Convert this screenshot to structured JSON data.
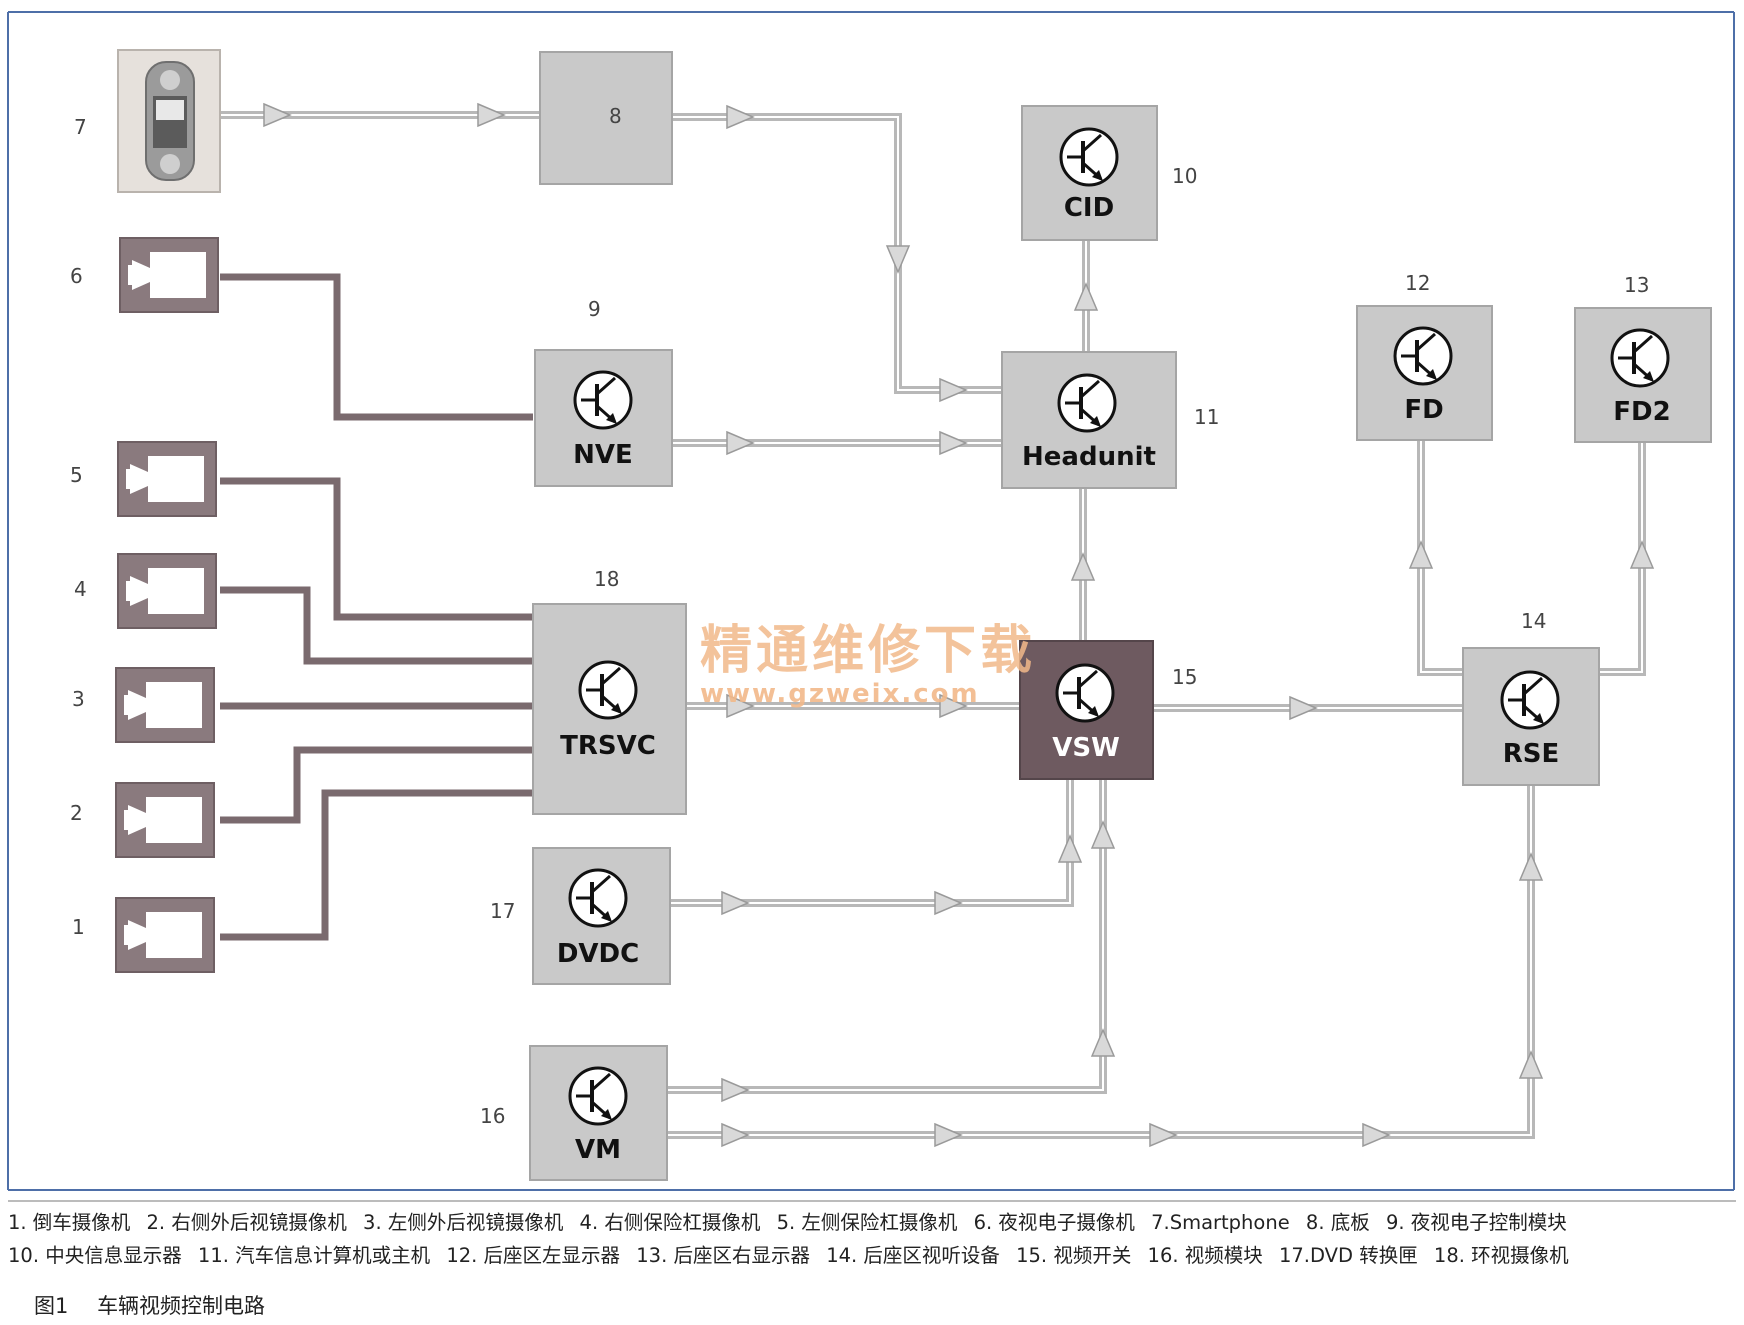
{
  "diagram": {
    "numbers": {
      "n1": "1",
      "n2": "2",
      "n3": "3",
      "n4": "4",
      "n5": "5",
      "n6": "6",
      "n7": "7",
      "n8": "8",
      "n9": "9",
      "n10": "10",
      "n11": "11",
      "n12": "12",
      "n13": "13",
      "n14": "14",
      "n15": "15",
      "n16": "16",
      "n17": "17",
      "n18": "18"
    },
    "nodes": {
      "cid": "CID",
      "nve": "NVE",
      "headunit": "Headunit",
      "fd": "FD",
      "fd2": "FD2",
      "trsvc": "TRSVC",
      "vsw": "VSW",
      "rse": "RSE",
      "dvdc": "DVDC",
      "vm": "VM"
    },
    "colors": {
      "module_fill": "#c9c9c9",
      "vsw_fill": "#6e5a60",
      "camera_frame": "#8a7a7e",
      "signal_line": "#b9b9b9",
      "camera_line": "#7a6a6e",
      "border": "#4e6fa8"
    },
    "icons": {
      "camera": "camera-icon",
      "smartphone": "smartphone-icon",
      "transistor": "transistor-icon"
    }
  },
  "watermark": {
    "title": "精通维修下载",
    "url": "www.gzweix.com"
  },
  "caption": {
    "items": [
      "1. 倒车摄像机",
      "2. 右侧外后视镜摄像机",
      "3. 左侧外后视镜摄像机",
      "4. 右侧保险杠摄像机",
      "5. 左侧保险杠摄像机",
      "6. 夜视电子摄像机",
      "7.Smartphone",
      "8. 底板",
      "9. 夜视电子控制模块",
      "10. 中央信息显示器",
      "11. 汽车信息计算机或主机",
      "12. 后座区左显示器",
      "13. 后座区右显示器",
      "14. 后座区视听设备",
      "15. 视频开关",
      "16. 视频模块",
      "17.DVD 转换匣",
      "18. 环视摄像机"
    ]
  },
  "figure": {
    "number": "图1",
    "title": "车辆视频控制电路"
  }
}
